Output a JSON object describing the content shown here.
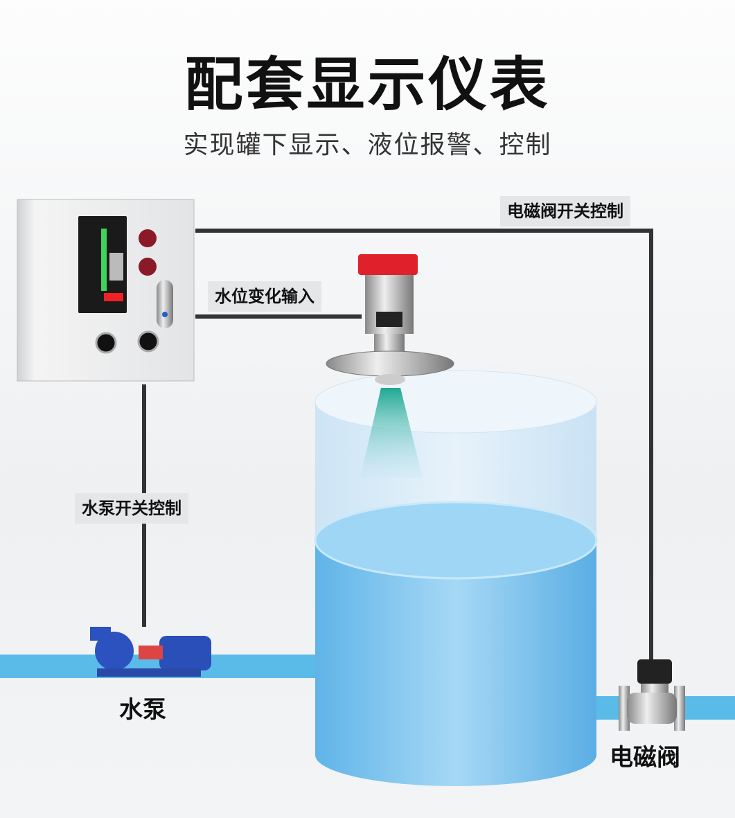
{
  "title": "配套显示仪表",
  "subtitle": "实现罐下显示、液位报警、控制",
  "labels": {
    "valve_control": "电磁阀开关控制",
    "level_input": "水位变化输入",
    "pump_control": "水泵开关控制"
  },
  "captions": {
    "pump": "水泵",
    "valve": "电磁阀"
  },
  "colors": {
    "pipe": "#5bbbe8",
    "water": "#7cc6ee",
    "wire": "#333333",
    "sensor_cap": "#e0202a"
  }
}
